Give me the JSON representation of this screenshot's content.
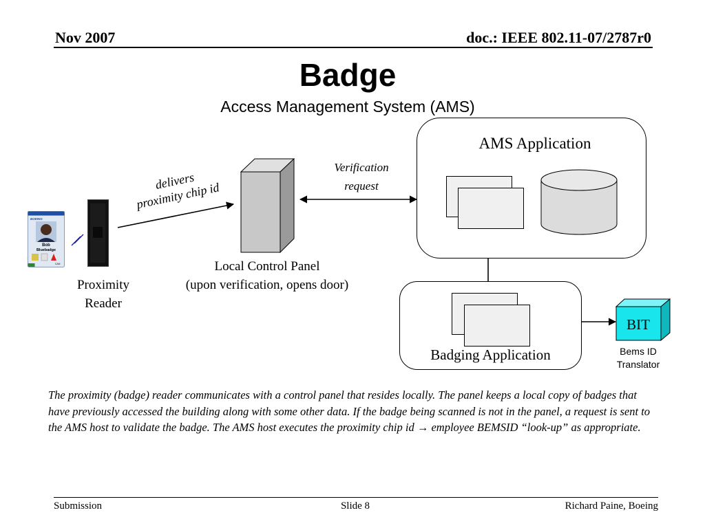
{
  "header": {
    "date": "Nov 2007",
    "doc_id": "doc.: IEEE 802.11-07/2787r0"
  },
  "slide": {
    "title": "Badge",
    "subtitle": "Access Management System (AMS)"
  },
  "badge_card": {
    "brand": "BOEING",
    "name_line1": "Bob",
    "name_line2": "Bluebadge",
    "code": "CAN",
    "colors": {
      "card": "#dfe8f3",
      "stripe": "#1f4ea3",
      "chip": "#d8c24a",
      "warn": "#d82020"
    }
  },
  "diagram": {
    "delivers_label": "delivers\nproximity chip id",
    "proximity_reader_label": "Proximity\nReader",
    "local_panel_label": "Local Control Panel\n(upon verification, opens door)",
    "verification_label": "Verification\nrequest",
    "ams_application_label": "AMS Application",
    "badging_application_label": "Badging Application",
    "bit_label": "BIT",
    "bit_caption": "Bems ID\nTranslator",
    "colors": {
      "bit_box": "#19e6ec",
      "panel": "#c8c8c8",
      "reader": "#111111",
      "database": "#dcdcdc"
    }
  },
  "description": "The proximity (badge) reader communicates with a control panel that resides locally.  The panel keeps a local copy of badges that have previously accessed the building along with some other data.  If the badge being scanned is not in the panel, a request is sent to the AMS host to validate the badge. The AMS host executes the proximity chip id → employee BEMSID “look-up” as appropriate.",
  "footer": {
    "left": "Submission",
    "center": "Slide 8",
    "right": "Richard Paine, Boeing"
  }
}
